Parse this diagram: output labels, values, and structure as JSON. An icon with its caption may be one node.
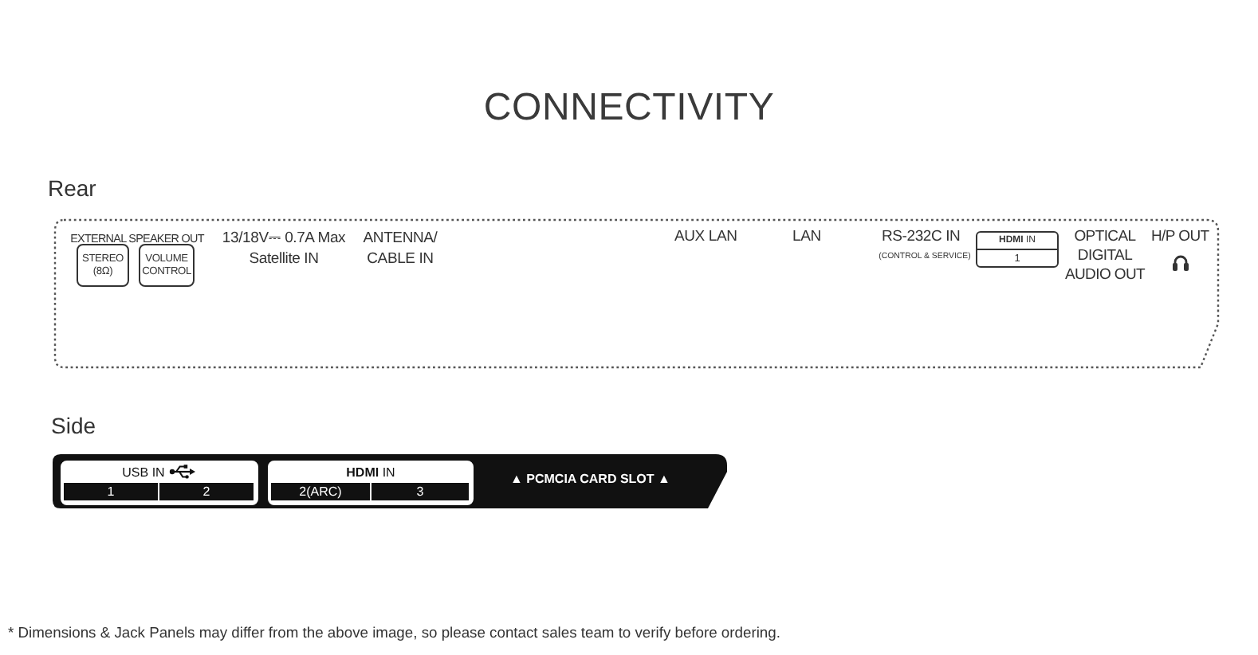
{
  "diagram": {
    "title": "CONNECTIVITY",
    "caption": "* Dimensions & Jack Panels may differ from the above image, so please contact sales team to verify before ordering.",
    "nodes": [
      {
        "text": [
          "Rear"
        ]
      },
      {
        "text": [
          "STEREO (8Ω)"
        ],
        "in": 0
      },
      {
        "text": [
          "VOLUME CONTROL"
        ],
        "in": 0
      },
      {
        "text": [
          "**HDMI** IN"
        ],
        "in": 0
      },
      {
        "text": [
          "1"
        ],
        "in": 3
      },
      {
        "text": [
          "Side",
          "▲ PCMCIA CARD SLOT ▲"
        ]
      },
      {
        "text": [
          "USB IN"
        ],
        "in": 5
      },
      {
        "text": [
          "1"
        ],
        "in": 6
      },
      {
        "text": [
          "2"
        ],
        "in": 6
      },
      {
        "text": [
          "**HDMI** IN"
        ],
        "in": 5
      },
      {
        "text": [
          "2(ARC)"
        ],
        "in": 9
      },
      {
        "text": [
          "3"
        ],
        "in": 9
      }
    ],
    "labels": [
      "EXTERNAL SPEAKER OUT",
      "13/18V⎓ 0.7A Max Satellite IN",
      "ANTENNA/ CABLE IN",
      "AUX LAN",
      "LAN",
      "RS-232C IN",
      "(CONTROL & SERVICE)",
      "OPTICAL DIGITAL AUDIO OUT",
      "H/P OUT"
    ]
  }
}
